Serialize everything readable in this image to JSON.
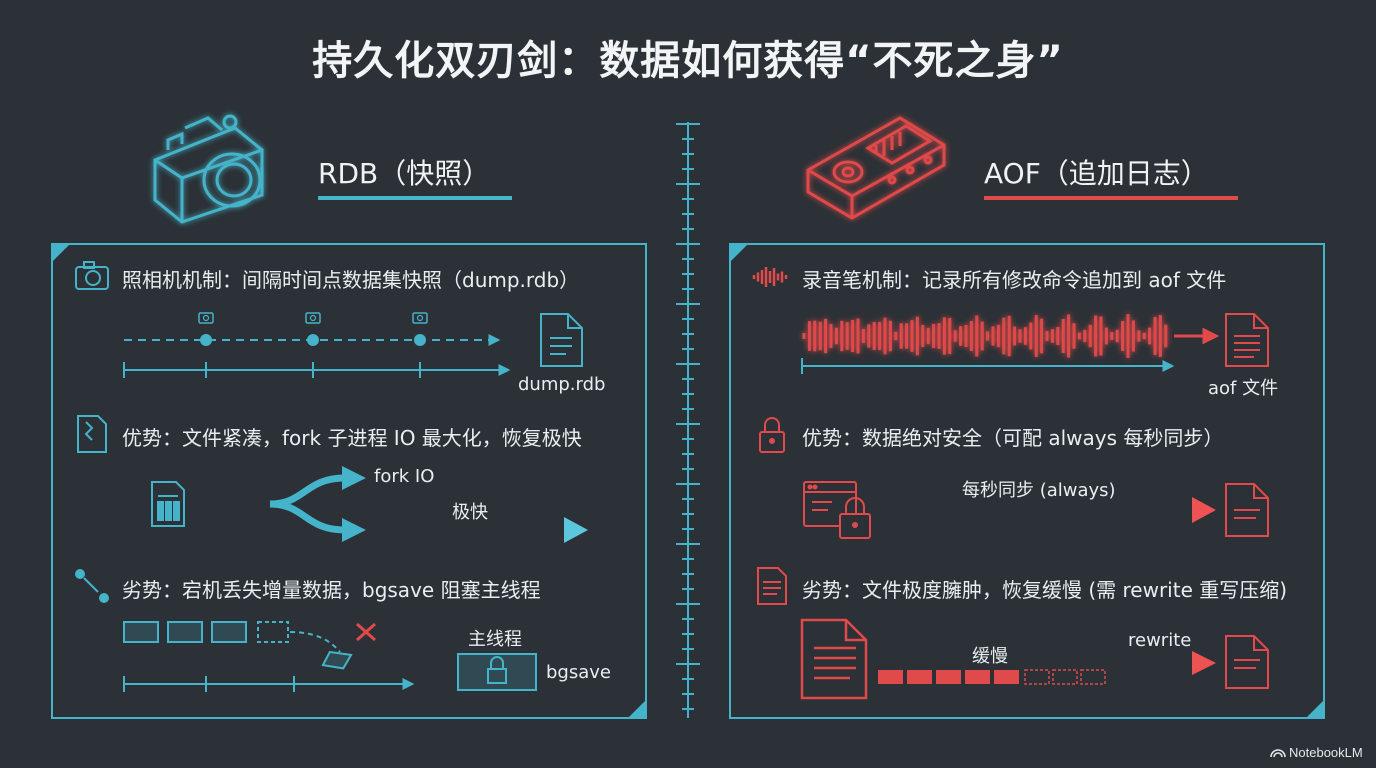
{
  "title": "持久化双刃剑：数据如何获得“不死之身”",
  "rdb": {
    "header": "RDB（快照）",
    "mechanism": "照相机机制：间隔时间点数据集快照（dump.rdb）",
    "file_label": "dump.rdb",
    "advantage": "优势：文件紧凑，fork 子进程 IO 最大化，恢复极快",
    "branch_label_top": "fork IO",
    "branch_label_bottom": "极快",
    "disadvantage": "劣势：宕机丢失增量数据，bgsave 阻塞主线程",
    "main_thread_label": "主线程",
    "bgsave_label": "bgsave"
  },
  "aof": {
    "header": "AOF（追加日志）",
    "mechanism": "录音笔机制：记录所有修改命令追加到 aof 文件",
    "file_label": "aof 文件",
    "advantage": "优势：数据绝对安全（可配 always 每秒同步）",
    "sync_label": "每秒同步 (always)",
    "disadvantage": "劣势：文件极度臃肿，恢复缓慢 (需 rewrite 重写压缩)",
    "slow_label": "缓慢",
    "rewrite_label": "rewrite"
  },
  "brand": "NotebookLM",
  "colors": {
    "background": "#2b3136",
    "rdb_accent": "#45b3c9",
    "aof_accent": "#e04a4a",
    "text": "#e9eef0"
  }
}
